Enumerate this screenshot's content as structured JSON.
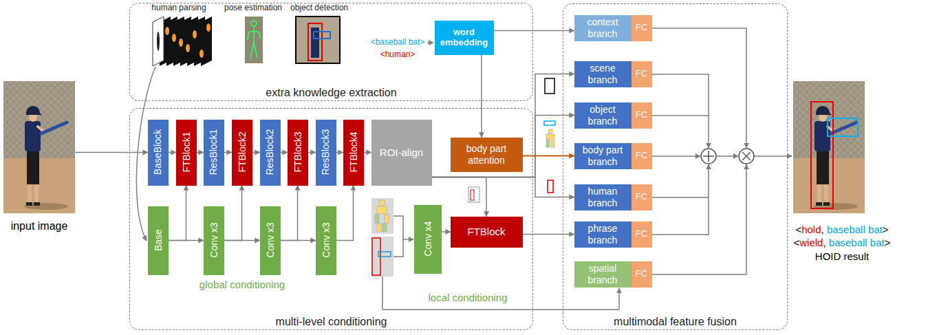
{
  "diagram": {
    "nodes": [
      {
        "text": [
          "input image"
        ]
      },
      {
        "text": [
          "extra knowledge extraction"
        ]
      },
      {
        "text": [
          "word embedding"
        ],
        "in": 1
      },
      {
        "text": [
          "multi-level conditioning"
        ]
      },
      {
        "text": [
          "BaseBlock"
        ],
        "in": 3
      },
      {
        "text": [
          "FTBlock1"
        ],
        "in": 3
      },
      {
        "text": [
          "ResBlock1"
        ],
        "in": 3
      },
      {
        "text": [
          "FTBlock2"
        ],
        "in": 3
      },
      {
        "text": [
          "ResBlock2"
        ],
        "in": 3
      },
      {
        "text": [
          "FTBlock3"
        ],
        "in": 3
      },
      {
        "text": [
          "ResBlock3"
        ],
        "in": 3
      },
      {
        "text": [
          "FTBlock4"
        ],
        "in": 3
      },
      {
        "text": [
          "ROI-align"
        ],
        "in": 3
      },
      {
        "text": [
          "body part attention"
        ],
        "in": 3
      },
      {
        "text": [
          "Base"
        ],
        "in": 3
      },
      {
        "text": [
          "Conv x3"
        ],
        "in": 3
      },
      {
        "text": [
          "Conv x3"
        ],
        "in": 3
      },
      {
        "text": [
          "Conv x3"
        ],
        "in": 3
      },
      {
        "text": [
          "Conv x4"
        ],
        "in": 3
      },
      {
        "text": [
          "FTBlock"
        ],
        "in": 3
      },
      {
        "text": [
          "multimodal feature fusion"
        ]
      },
      {
        "text": [
          "context branch"
        ],
        "in": 20
      },
      {
        "text": [
          "FC"
        ],
        "in": 20
      },
      {
        "text": [
          "scene branch"
        ],
        "in": 20
      },
      {
        "text": [
          "FC"
        ],
        "in": 20
      },
      {
        "text": [
          "object branch"
        ],
        "in": 20
      },
      {
        "text": [
          "FC"
        ],
        "in": 20
      },
      {
        "text": [
          "body part branch"
        ],
        "in": 20
      },
      {
        "text": [
          "FC"
        ],
        "in": 20
      },
      {
        "text": [
          "human branch"
        ],
        "in": 20
      },
      {
        "text": [
          "FC"
        ],
        "in": 20
      },
      {
        "text": [
          "phrase branch"
        ],
        "in": 20
      },
      {
        "text": [
          "FC"
        ],
        "in": 20
      },
      {
        "text": [
          "spatial branch"
        ],
        "in": 20
      },
      {
        "text": [
          "FC"
        ],
        "in": 20
      },
      {
        "text": [
          "<hold, baseball bat>",
          "<wield, baseball bat>",
          "HOID result"
        ]
      }
    ],
    "edges": [
      {
        "from": 0,
        "to": 4,
        "arrow": "to"
      },
      {
        "from": 4,
        "to": 5,
        "arrow": "to"
      },
      {
        "from": 5,
        "to": 6,
        "arrow": "to"
      },
      {
        "from": 6,
        "to": 7,
        "arrow": "to"
      },
      {
        "from": 7,
        "to": 8,
        "arrow": "to"
      },
      {
        "from": 8,
        "to": 9,
        "arrow": "to"
      },
      {
        "from": 9,
        "to": 10,
        "arrow": "to"
      },
      {
        "from": 10,
        "to": 11,
        "arrow": "to"
      },
      {
        "from": 11,
        "to": 12,
        "arrow": "to"
      },
      {
        "from": 14,
        "to": 15,
        "arrow": "to"
      },
      {
        "from": 15,
        "to": 16,
        "arrow": "to"
      },
      {
        "from": 16,
        "to": 17,
        "arrow": "to"
      },
      {
        "from": 14,
        "to": 5,
        "arrow": "to"
      },
      {
        "from": 15,
        "to": 7,
        "arrow": "to"
      },
      {
        "from": 16,
        "to": 9,
        "arrow": "to"
      },
      {
        "from": 17,
        "to": 11,
        "arrow": "to"
      },
      {
        "from": 18,
        "to": 19,
        "arrow": "to"
      },
      {
        "from": 12,
        "to": 19,
        "arrow": "to"
      },
      {
        "from": 12,
        "to": 23,
        "arrow": "to"
      },
      {
        "from": 12,
        "to": 25,
        "arrow": "to"
      },
      {
        "from": 12,
        "to": 29,
        "arrow": "to"
      },
      {
        "from": 2,
        "to": 21,
        "arrow": "to"
      },
      {
        "from": 2,
        "to": 13,
        "arrow": "to"
      },
      {
        "from": 13,
        "to": 27,
        "arrow": "to"
      },
      {
        "from": 19,
        "to": 31,
        "arrow": "to"
      }
    ],
    "labels": [
      "human parsing",
      "pose estimation",
      "object detection",
      "<baseball bat>",
      "<human>",
      "global conditioning",
      "local conditioning"
    ]
  }
}
